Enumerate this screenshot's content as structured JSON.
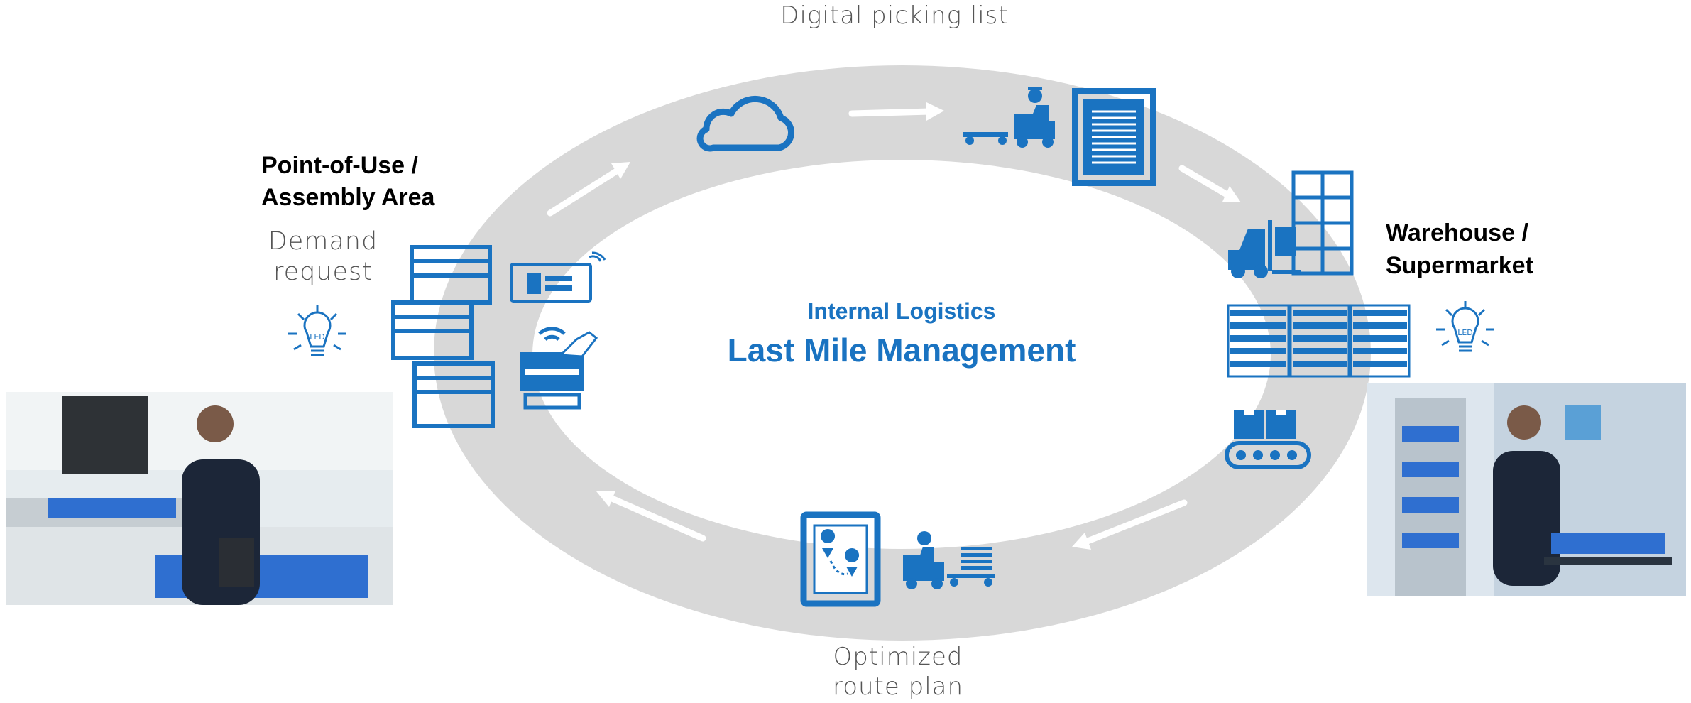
{
  "center": {
    "subtitle": "Internal Logistics",
    "title": "Last Mile Management"
  },
  "stations": {
    "top": "Digital picking list",
    "bottom_line1": "Optimized",
    "bottom_line2": "route plan",
    "point_of_use_line1": "Point-of-Use /",
    "point_of_use_line2": "Assembly Area",
    "demand_line1": "Demand",
    "demand_line2": "request",
    "warehouse_line1": "Warehouse /",
    "warehouse_line2": "Supermarket"
  },
  "icons": {
    "led_label": "LED"
  },
  "colors": {
    "accent_blue": "#1a73c1",
    "ring_gray": "#d8d8d8",
    "text_gray": "#555555"
  }
}
